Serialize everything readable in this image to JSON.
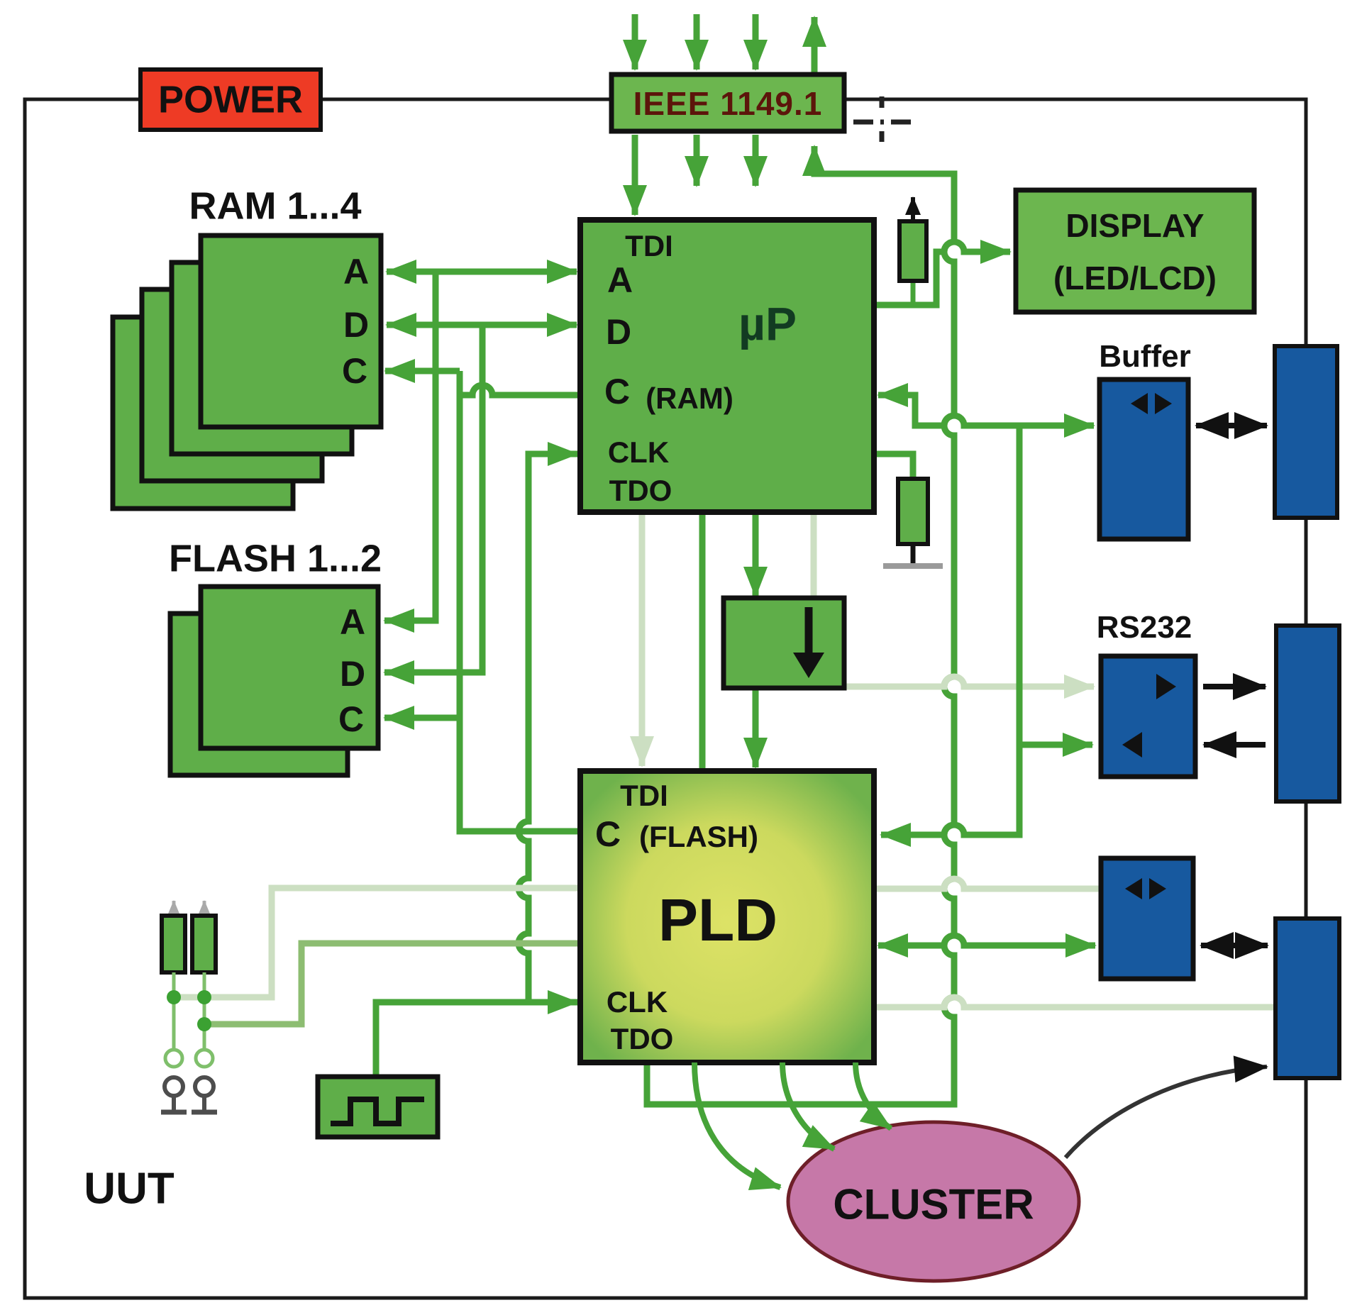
{
  "diagram": {
    "uut_label": "UUT",
    "power_label": "POWER",
    "ieee_label": "IEEE 1149.1",
    "ram": {
      "label": "RAM 1...4",
      "pins": [
        "A",
        "D",
        "C"
      ]
    },
    "flash": {
      "label": "FLASH 1...2",
      "pins": [
        "A",
        "D",
        "C"
      ]
    },
    "micro": {
      "name": "µP",
      "pin_tdi": "TDI",
      "pin_a": "A",
      "pin_d": "D",
      "pin_c": "C",
      "pin_c_suffix": "(RAM)",
      "pin_clk": "CLK",
      "pin_tdo": "TDO"
    },
    "pld": {
      "name": "PLD",
      "pin_tdi": "TDI",
      "pin_c": "C",
      "pin_c_suffix": "(FLASH)",
      "pin_clk": "CLK",
      "pin_tdo": "TDO"
    },
    "display": {
      "line1": "DISPLAY",
      "line2": "(LED/LCD)"
    },
    "buffer_label": "Buffer",
    "rs232_label": "RS232",
    "cluster_label": "CLUSTER",
    "colors": {
      "box_green": "#5fae49",
      "box_green_light": "#6cb64f",
      "wire_green": "#46a338",
      "wire_green_mid": "#8dbd72",
      "wire_green_pale": "#ccdfc2",
      "io_blue": "#17599f",
      "power_red": "#ee3b25",
      "cluster_pink": "#c678a8",
      "cluster_border": "#6e1f28",
      "ieee_text": "#5c150b",
      "pld_center": "#dde266"
    }
  }
}
